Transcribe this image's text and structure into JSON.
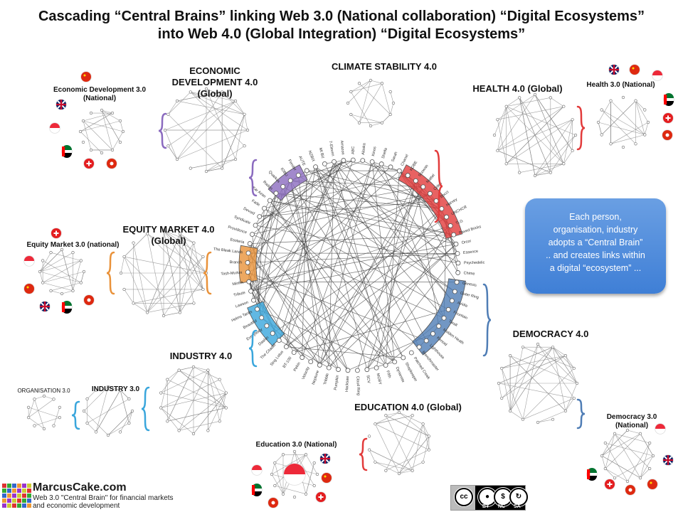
{
  "title": {
    "line1": "Cascading “Central Brains” linking Web 3.0 (National collaboration) “Digital Ecosystems”",
    "line2": "into Web 4.0 (Global Integration) “Digital Ecosystems”"
  },
  "labels": {
    "econ_global_l1": "ECONOMIC",
    "econ_global_l2": "DEVELOPMENT 4.0",
    "econ_global_l3": "(Global)",
    "econ_nat_l1": "Economic Development 3.0",
    "econ_nat_l2": "(National)",
    "climate": "CLIMATE STABILITY 4.0",
    "health_global": "HEALTH 4.0 (Global)",
    "health_nat": "Health 3.0 (National)",
    "equity_global_l1": "EQUITY MARKET 4.0",
    "equity_global_l2": "(Global)",
    "equity_nat": "Equity Market 3.0 (national)",
    "industry_global": "INDUSTRY 4.0",
    "industry_nat": "INDUSTRY 3.0",
    "organisation": "ORGANISATION 3.0",
    "democracy_global": "DEMOCRACY 4.0",
    "democracy_nat_l1": "Democracy 3.0",
    "democracy_nat_l2": "(National)",
    "education_global": "EDUCATION 4.0 (Global)",
    "education_nat": "Education 3.0 (National)"
  },
  "note": {
    "lines": [
      "Each person,",
      "organisation, industry",
      "adopts a “Central Brain”",
      ".. and creates links within",
      "a digital “ecosystem” ..."
    ]
  },
  "brand": {
    "name": "MarcusCake.com",
    "tagline1": "Web 3.0 \"Central Brain\" for financial markets",
    "tagline2": "and economic development"
  },
  "license": {
    "by": "BY",
    "nc": "NC",
    "sa": "SA",
    "cc": "cc"
  },
  "central_nodes": [
    "7-Eleven",
    "Amazon",
    "ABC",
    "Alaska",
    "Kinos",
    "Sheila",
    "Sarah",
    "Chanel",
    "KOBE",
    "Scowan",
    "Mattel",
    "Coles",
    "Bocci",
    "Harvey",
    "UNCHCR",
    "TLG",
    "Paved Bricks",
    "Orcor",
    "Essence",
    "Psychedelic",
    "Chime",
    "Genesis",
    "Outer Ring",
    "Avidia",
    "Fountain",
    "Tarall",
    "Molden Heath",
    "Kenoid",
    "Lighthouse",
    "Brenchmaster",
    "Patched Creek",
    "Shopkeeper",
    "Dynamite",
    "Fifth",
    "MOBY",
    "SCV",
    "Cloud Ring",
    "Hacksaw",
    "Pumpkin",
    "Tribble",
    "Neptune",
    "Velocity",
    "Pekin",
    "BT-100",
    "Sing Lotus",
    "The Citadel",
    "Dashin",
    "Everybody",
    "Beautiful",
    "Helms Tanks",
    "Lawson",
    "Tribute",
    "MinFA",
    "Tash-Murkin",
    "Branch",
    "The Bleak Lands",
    "Esoteria",
    "Providence",
    "Syndicate",
    "Devoid",
    "Fade",
    "Kar Azan",
    "Radon",
    "Quarkus",
    "IOBU",
    "Fender",
    "AUTE",
    "NZBIX",
    "Mt Biz"
  ],
  "colors": {
    "purple": "#8b6bbf",
    "red": "#e23b3b",
    "orange": "#e9923a",
    "lightblue": "#3aa6dc",
    "blue": "#4f7db5",
    "note_bg": "#4a87d9"
  },
  "flags": [
    "china",
    "uk",
    "singapore",
    "uae",
    "switzerland",
    "hongkong"
  ]
}
